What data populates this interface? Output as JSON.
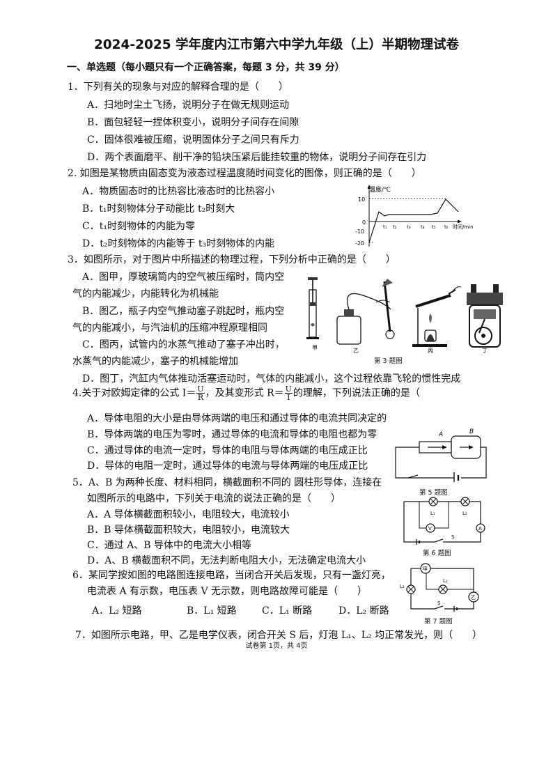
{
  "title": "2024-2025 学年度内江市第六中学九年级（上）半期物理试卷",
  "section1": "一、单选题（每小题只有一个正确答案，每题 3 分，共 39 分）",
  "q1": {
    "stem": "1．下列有关的现象与对应的解释合理的是（　　）",
    "A": "A．扫地时尘土飞扬，说明分子在做无规则运动",
    "B": "B．面包轻轻一捏体积变小，说明分子间存在间隙",
    "C": "C．固体很难被压缩，说明固体分子之间只有斥力",
    "D": "D．两个表面磨平、削干净的铅块压紧后能挂较重的物体，说明分子间存在引力"
  },
  "q2": {
    "stem": "2. 如图是某物质由固态变为液态过程温度随时间变化的图像，则正确的是（　　）",
    "A": "A．物质固态时的比热容比液态时的比热容小",
    "B": "B．t₁时刻物体分子动能比 t₂时刻大",
    "C": "C．t₁时刻物体的内能为零",
    "D": "D．t₂时刻物体的内能等于 t₃时刻物体的内能"
  },
  "graph": {
    "ylabel": "温度/℃",
    "xlabel": "时间/min",
    "yticks": [
      "10",
      "0",
      "-10",
      "-20"
    ],
    "xticks": [
      "t₁",
      "t₂",
      "t₃",
      "t₄",
      "t₅",
      "t₆"
    ]
  },
  "q3": {
    "stem": "3．如图所示，对于图片中所描述的物理过程，下列分析中正确的是（　　）",
    "A1": "A．图甲，厚玻璃筒内的空气被压缩时，筒内空",
    "A2": "气的内能减少，内能转化为机械能",
    "B1": "B．图乙，瓶子内空气推动塞子跳起时，瓶内空",
    "B2": "气的内能减小，与汽油机的压缩冲程原理相同",
    "C1": "C．图丙，试管内的水蒸气推动了塞子冲出时，",
    "C2": "水蒸气的内能减少，塞子的机械能增加",
    "D": "D．图丁，汽缸内气体推动活塞运动时，气体的内能减小，这个过程依靠飞轮的惯性完成",
    "labels": [
      "甲",
      "乙",
      "丙",
      "丁"
    ],
    "caption": "第 3 题图"
  },
  "q4": {
    "pre": "4.关于对欧姆定律的公式 I＝",
    "f1num": "U",
    "f1den": "R",
    "mid": "，及其变形式 R＝",
    "f2num": "U",
    "f2den": "I",
    "post": "的理解，下列说法正确的是（",
    "A": "A．导体电阻的大小是由导体两端的电压和通过导体的电流共同决定的",
    "B": "B．导体两端的电压为零时，通过导体的电流和导体的电阻也都为零",
    "C": "C．通过导体的电流一定时，导体的电阻与导体两端的电压成正比",
    "D": "D．导体的电阻一定时，通过导体的电流与导体两端的电压成正比"
  },
  "fig5": {
    "a": "A",
    "b": "B",
    "caption": "第 5 题图"
  },
  "q5": {
    "l1": "5．A、B 为两种长度、材料相同，横截面积不同的 圆柱形导体，连接在",
    "l2": "如图所示的电路中，下列关于电流的说法正确的是（　　）",
    "A": "A．A 导体横截面积较小，电阻较大，电流较小",
    "B": "B．B 导体横截面积较大，电阻较小，电流较大",
    "C": "C．通过 A、B 导体中的电流大小相等",
    "D": "D．A、B 横截面积不同，无法判断电阻大小，无法确定电流大小"
  },
  "fig6": {
    "l1": "L₁",
    "l2": "L₂",
    "v": "V",
    "a": "A",
    "s": "S",
    "caption": "第 6 题图"
  },
  "q6": {
    "l1": "6．某同学按如图的电路图连接电路，当闭合开关后发现，只有一盏灯亮，",
    "l2": "电流表 A 有示数，电压表 V 无示数，则电路故障可能是（　　）",
    "A": "A．L₂ 短路",
    "B": "B．L₁ 短路",
    "C": "C．L₁ 断路",
    "D": "D．L₂ 断路"
  },
  "fig7": {
    "jia": "甲",
    "yi": "乙",
    "l1": "L₁",
    "l2": "L₂",
    "s": "S",
    "caption": "第 7 题图"
  },
  "q7": {
    "stem": "7．如图所示电路，甲、乙是电学仪表，闭合开关 S 后，灯泡 L₁、L₂ 均正常发光，则（　　）"
  },
  "footer": "试卷第 1页，共 4页"
}
